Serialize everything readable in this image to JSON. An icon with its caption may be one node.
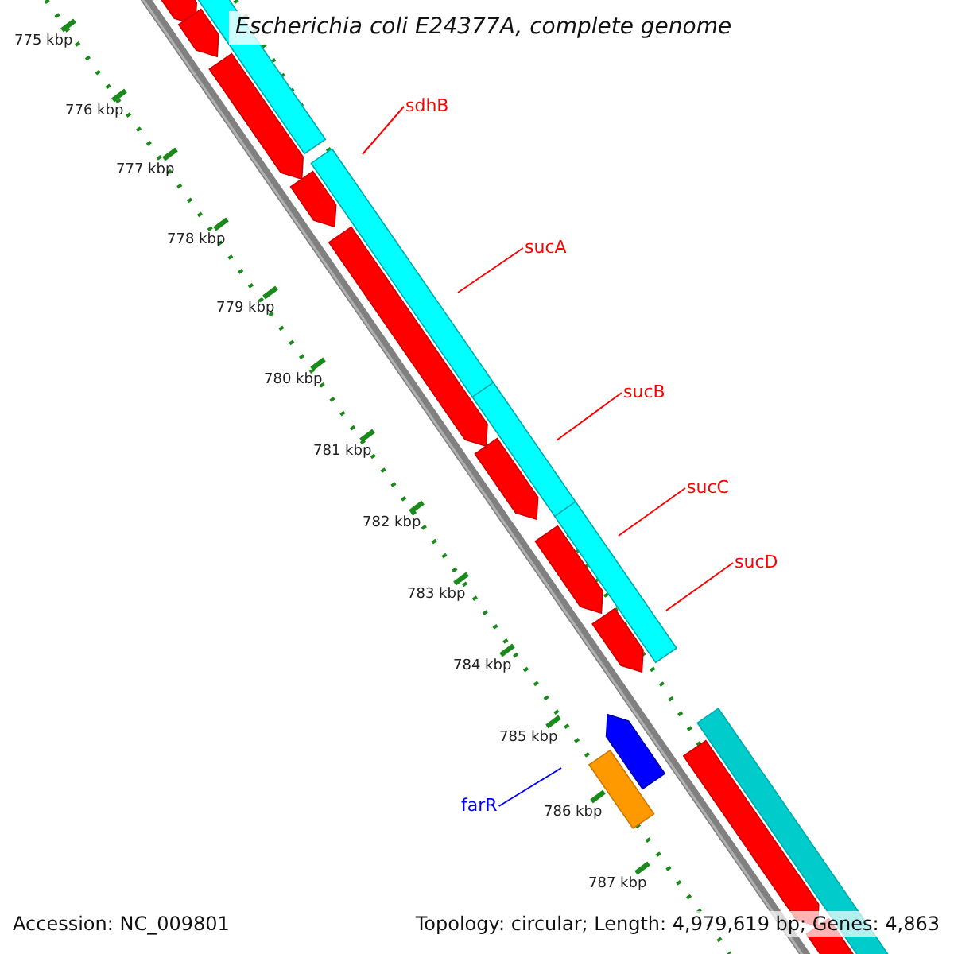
{
  "diagram": {
    "title": "Escherichia coli E24377A, complete genome",
    "nodes": [
      {
        "text": [
          "sdhB"
        ]
      },
      {
        "text": [
          "sucA"
        ]
      },
      {
        "text": [
          "sucB"
        ]
      },
      {
        "text": [
          "sucC"
        ]
      },
      {
        "text": [
          "sucD"
        ]
      },
      {
        "text": [
          "farR"
        ]
      }
    ],
    "edges": [
      {
        "from": 0,
        "to": null,
        "arrow": "none"
      },
      {
        "from": 1,
        "to": null,
        "arrow": "none"
      },
      {
        "from": 2,
        "to": null,
        "arrow": "none"
      },
      {
        "from": 3,
        "to": null,
        "arrow": "none"
      },
      {
        "from": 4,
        "to": null,
        "arrow": "none"
      },
      {
        "from": 5,
        "to": null,
        "arrow": "none",
        "color": "#0000ff"
      }
    ],
    "labels": [
      "775 kbp",
      "776 kbp",
      "777 kbp",
      "778 kbp",
      "779 kbp",
      "780 kbp",
      "781 kbp",
      "782 kbp",
      "783 kbp",
      "784 kbp",
      "785 kbp",
      "786 kbp",
      "787 kbp",
      "Accession: NC_009801",
      "Topology: circular; Length: 4,979,619 bp; Genes: 4,863"
    ]
  }
}
